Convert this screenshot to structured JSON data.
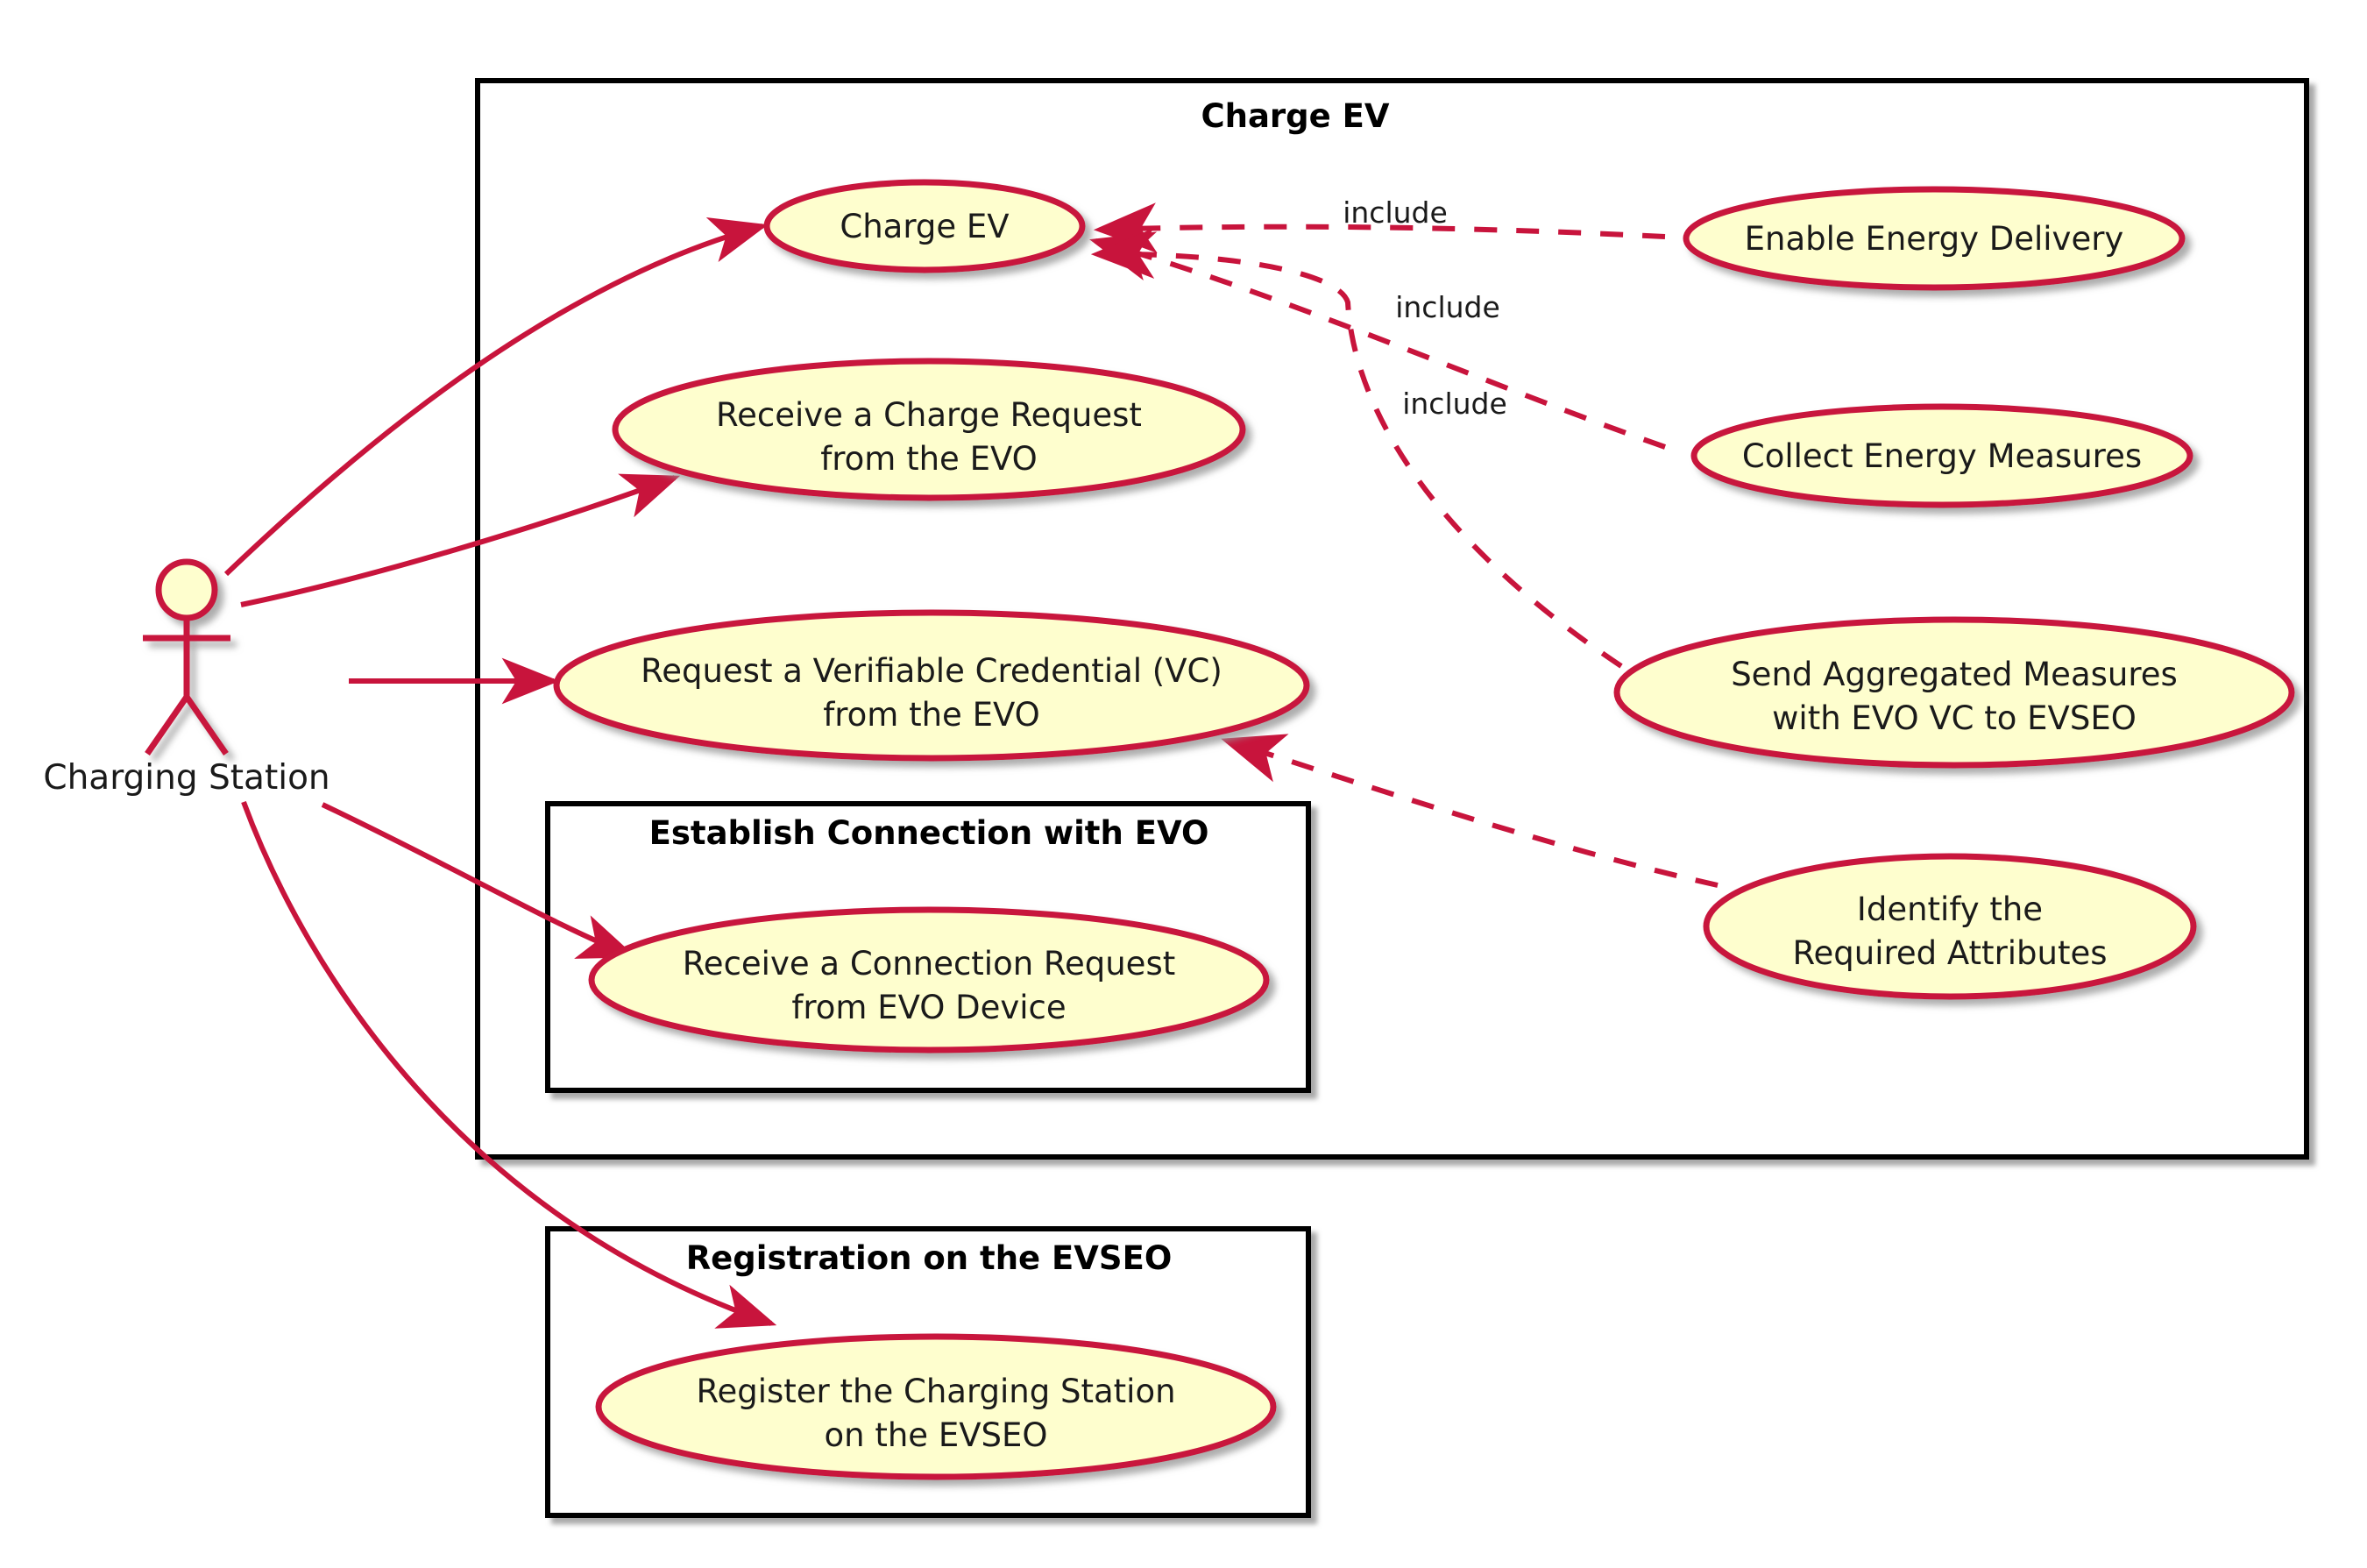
{
  "diagram": {
    "type": "uml-use-case-diagram",
    "title": "Charge EV"
  },
  "colors": {
    "element_stroke": "#C8143C",
    "element_fill": "#FEFECE",
    "package_stroke": "#000000",
    "package_fill": "#FFFFFF",
    "text": "#1A1A1A",
    "shadow": "#AAAAAA"
  },
  "actors": [
    {
      "id": "charging-station",
      "label": "Charging Station"
    }
  ],
  "packages": [
    {
      "id": "charge-ev-package",
      "title": "Charge EV"
    },
    {
      "id": "establish-connection-package",
      "title": "Establish Connection with EVO"
    },
    {
      "id": "registration-package",
      "title": "Registration on the EVSEO"
    }
  ],
  "use_cases": [
    {
      "id": "charge-ev",
      "lines": [
        "Charge EV"
      ]
    },
    {
      "id": "receive-charge-request",
      "lines": [
        "Receive a Charge Request",
        "from the EVO"
      ]
    },
    {
      "id": "request-verifiable-credential",
      "lines": [
        "Request a Verifiable Credential (VC)",
        "from the EVO"
      ]
    },
    {
      "id": "receive-connection-request",
      "lines": [
        "Receive a Connection Request",
        "from EVO Device"
      ]
    },
    {
      "id": "register-charging-station",
      "lines": [
        "Register the Charging Station",
        "on the EVSEO"
      ]
    },
    {
      "id": "enable-energy-delivery",
      "lines": [
        "Enable Energy Delivery"
      ]
    },
    {
      "id": "collect-energy-measures",
      "lines": [
        "Collect Energy Measures"
      ]
    },
    {
      "id": "send-aggregated-measures",
      "lines": [
        "Send Aggregated Measures",
        "with EVO VC to EVSEO"
      ]
    },
    {
      "id": "identify-required-attributes",
      "lines": [
        "Identify the",
        "Required Attributes"
      ]
    }
  ],
  "relationships": [
    {
      "id": "assoc-charge-ev",
      "from": "charging-station",
      "to": "charge-ev",
      "kind": "association",
      "label": ""
    },
    {
      "id": "assoc-receive-charge-request",
      "from": "charging-station",
      "to": "receive-charge-request",
      "kind": "association",
      "label": ""
    },
    {
      "id": "assoc-request-vc",
      "from": "charging-station",
      "to": "request-verifiable-credential",
      "kind": "association",
      "label": ""
    },
    {
      "id": "assoc-receive-connection-request",
      "from": "charging-station",
      "to": "receive-connection-request",
      "kind": "association",
      "label": ""
    },
    {
      "id": "assoc-register-charging-station",
      "from": "charging-station",
      "to": "register-charging-station",
      "kind": "association",
      "label": ""
    },
    {
      "id": "include-enable-energy-delivery",
      "from": "enable-energy-delivery",
      "to": "charge-ev",
      "kind": "include",
      "label": "include"
    },
    {
      "id": "include-collect-energy-measures",
      "from": "collect-energy-measures",
      "to": "charge-ev",
      "kind": "include",
      "label": "include"
    },
    {
      "id": "include-send-aggregated-measures",
      "from": "send-aggregated-measures",
      "to": "charge-ev",
      "kind": "include",
      "label": "include"
    },
    {
      "id": "include-identify-required-attributes",
      "from": "identify-required-attributes",
      "to": "request-verifiable-credential",
      "kind": "include",
      "label": ""
    }
  ],
  "include_labels": {
    "first": "include",
    "second": "include",
    "third": "include"
  }
}
